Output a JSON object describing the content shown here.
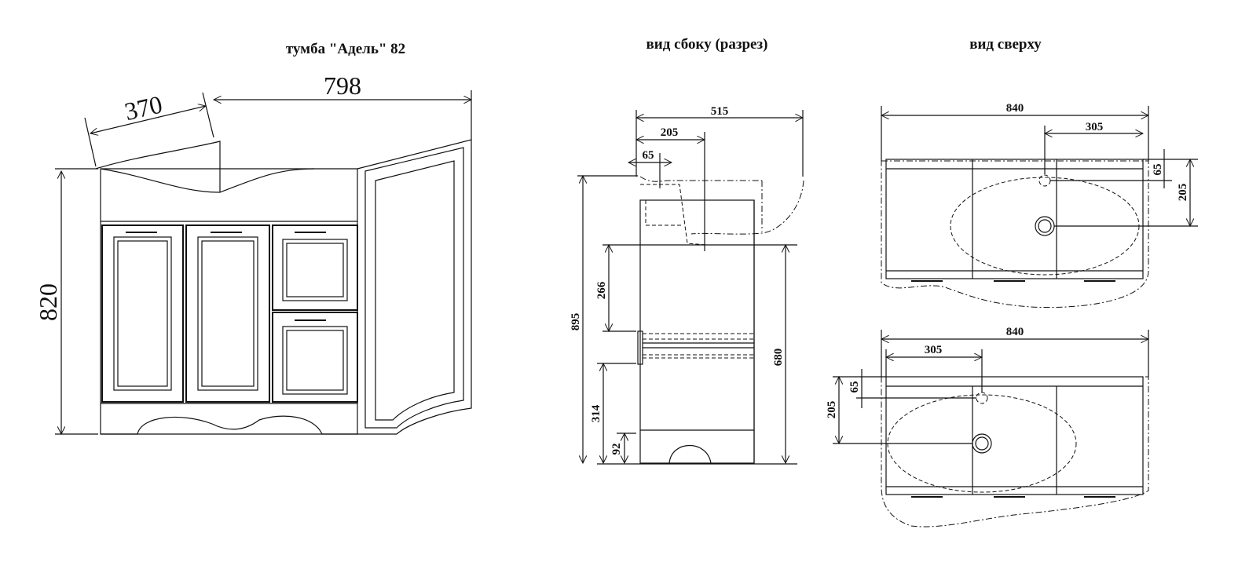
{
  "titles": {
    "front": "тумба \"Адель\" 82",
    "side": "вид сбоку (разрез)",
    "top": "вид сверху"
  },
  "front_view": {
    "depth": "370",
    "width": "798",
    "height": "820"
  },
  "side_view": {
    "depth": "515",
    "drain_offset": "205",
    "tap_offset": "65",
    "total_height": "895",
    "siphon_clearance": "266",
    "shelf_height": "314",
    "plinth_height": "92",
    "cabinet_height": "680"
  },
  "top_view_right": {
    "width": "840",
    "offset": "305",
    "tap_offset": "65",
    "drain_offset": "205"
  },
  "top_view_left": {
    "width": "840",
    "offset": "305",
    "tap_offset": "65",
    "drain_offset": "205"
  }
}
